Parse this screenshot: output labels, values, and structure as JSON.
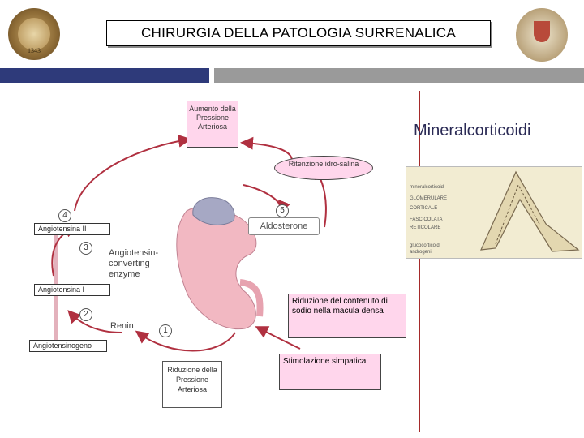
{
  "header": {
    "title": "CHIRURGIA DELLA PATOLOGIA SURRENALICA",
    "logo_left_text": "1343"
  },
  "side_title": "Mineralcorticoidi",
  "diagram": {
    "top_box": "Aumento della Pressione Arteriosa",
    "ritenzione": "Ritenzione idro-salina",
    "aldosterone": "Aldosterone",
    "angiotensina_ii": "Angiotensina II",
    "ace": "Angiotensin-converting enzyme",
    "angiotensina_i": "Angiotensina I",
    "renin": "Renin",
    "angiotensinogeno": "Angiotensinogeno",
    "riduzione_pressione": "Riduzione della Pressione Arteriosa",
    "riduzione_sodio": "Riduzione del contenuto di sodio nella macula densa",
    "stimolazione": "Stimolazione simpatica",
    "steps": [
      "1",
      "2",
      "3",
      "4",
      "5"
    ]
  },
  "adrenal_thumb": {
    "labels": [
      "mineralcorticoidi",
      "GLOMERULARE",
      "CORTICALE",
      "FASCICOLATA",
      "RETICOLARE",
      "glucocorticoidi",
      "androgeni"
    ]
  },
  "colors": {
    "header_band_dark": "#2e3a7a",
    "header_band_gray": "#9a9a9a",
    "pink_box": "#ffd6ec",
    "arrow_red": "#b03040",
    "kidney": "#f2b8c2",
    "adrenal": "#a6a8c4"
  }
}
